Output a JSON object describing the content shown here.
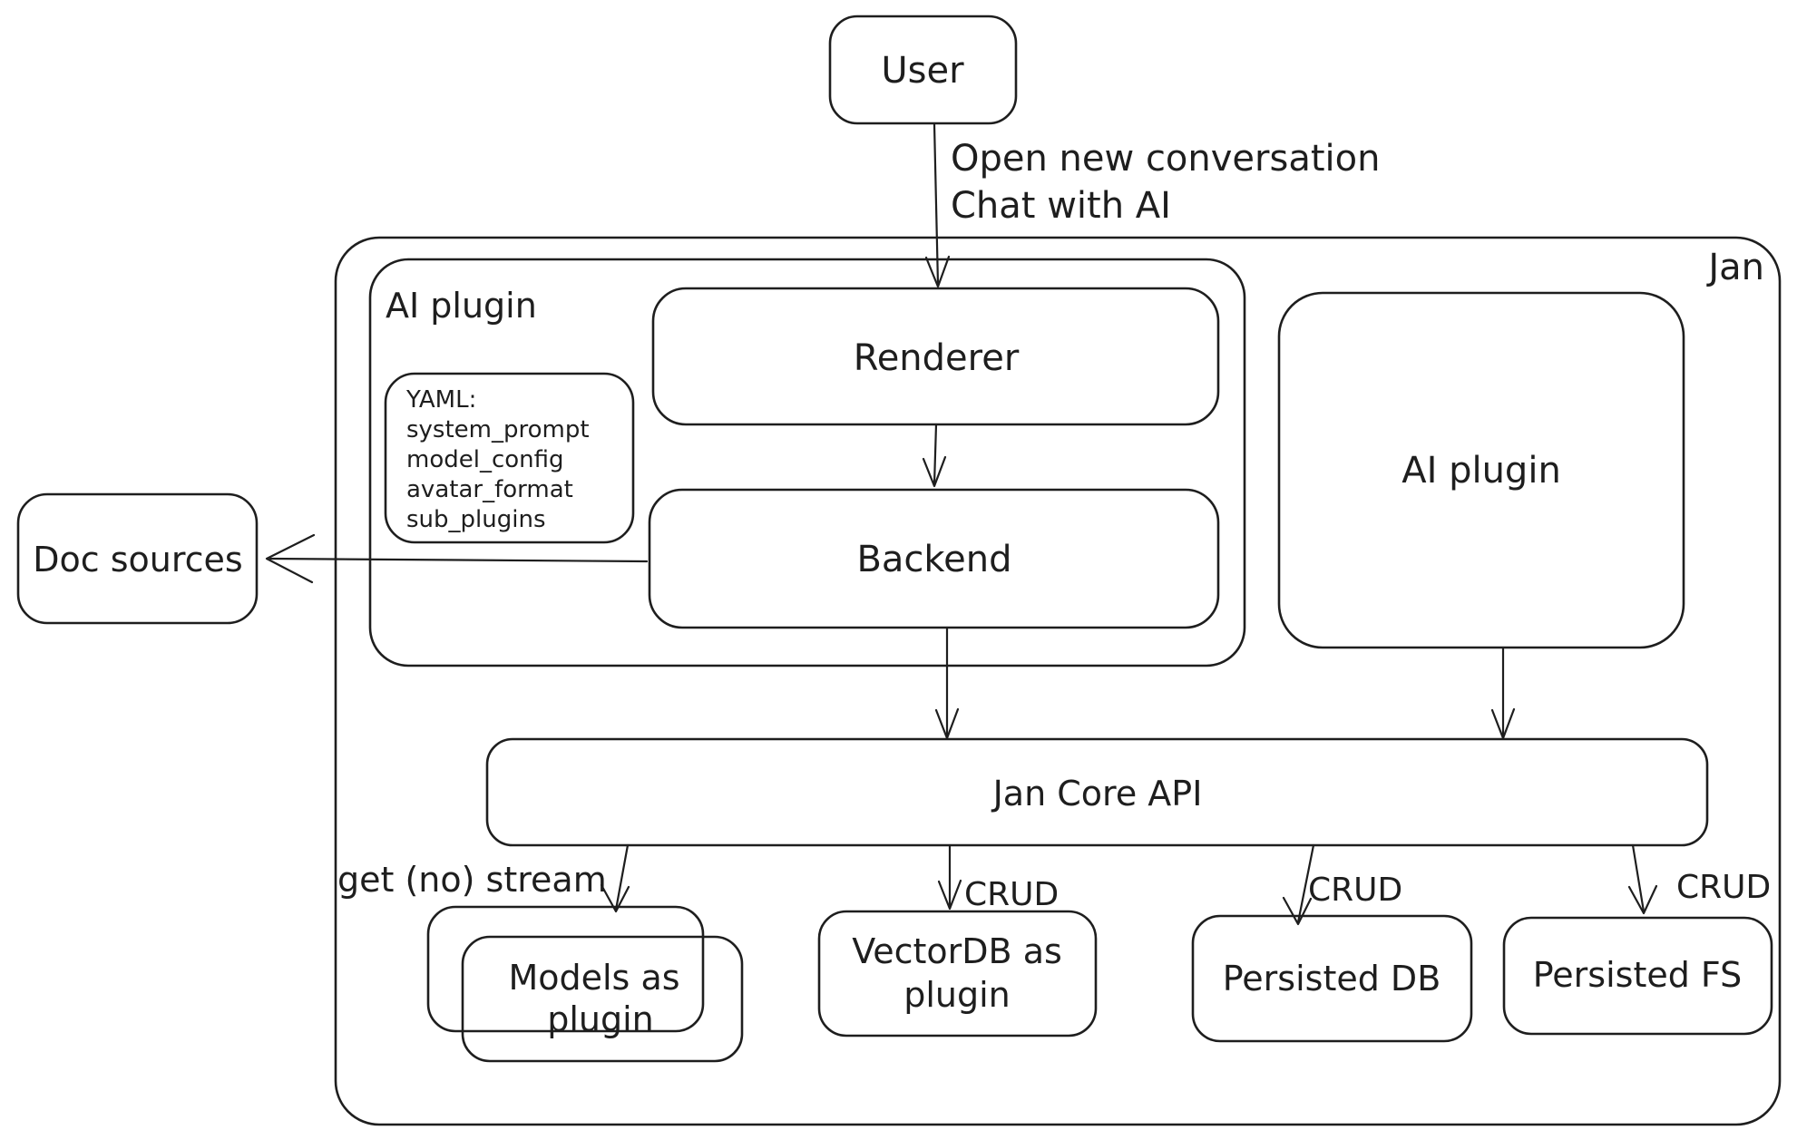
{
  "diagram_title": "Jan architecture diagram",
  "colors": {
    "stroke": "#1e1e1e",
    "background": "#ffffff"
  },
  "nodes": {
    "user": {
      "label": "User"
    },
    "jan_container": {
      "label": "Jan"
    },
    "ai_plugin_group": {
      "label": "AI plugin"
    },
    "renderer": {
      "label": "Renderer"
    },
    "backend": {
      "label": "Backend"
    },
    "ai_plugin_right": {
      "label": "AI plugin"
    },
    "doc_sources": {
      "label": "Doc sources"
    },
    "jan_core_api": {
      "label": "Jan Core API"
    },
    "models_as_plugin": {
      "line1": "Models as",
      "line2": "plugin"
    },
    "vectordb_as_plugin": {
      "line1": "VectorDB as",
      "line2": "plugin"
    },
    "persisted_db": {
      "label": "Persisted DB"
    },
    "persisted_fs": {
      "label": "Persisted FS"
    }
  },
  "note": {
    "lines": [
      "YAML:",
      "system_prompt",
      "model_config",
      "avatar_format",
      "sub_plugins"
    ]
  },
  "edge_labels": {
    "user_to_renderer_line1": "Open new conversation",
    "user_to_renderer_line2": "Chat with AI",
    "get_no_stream": "get (no) stream",
    "crud_vectordb": "CRUD",
    "crud_persisted_db": "CRUD",
    "crud_persisted_fs": "CRUD"
  }
}
